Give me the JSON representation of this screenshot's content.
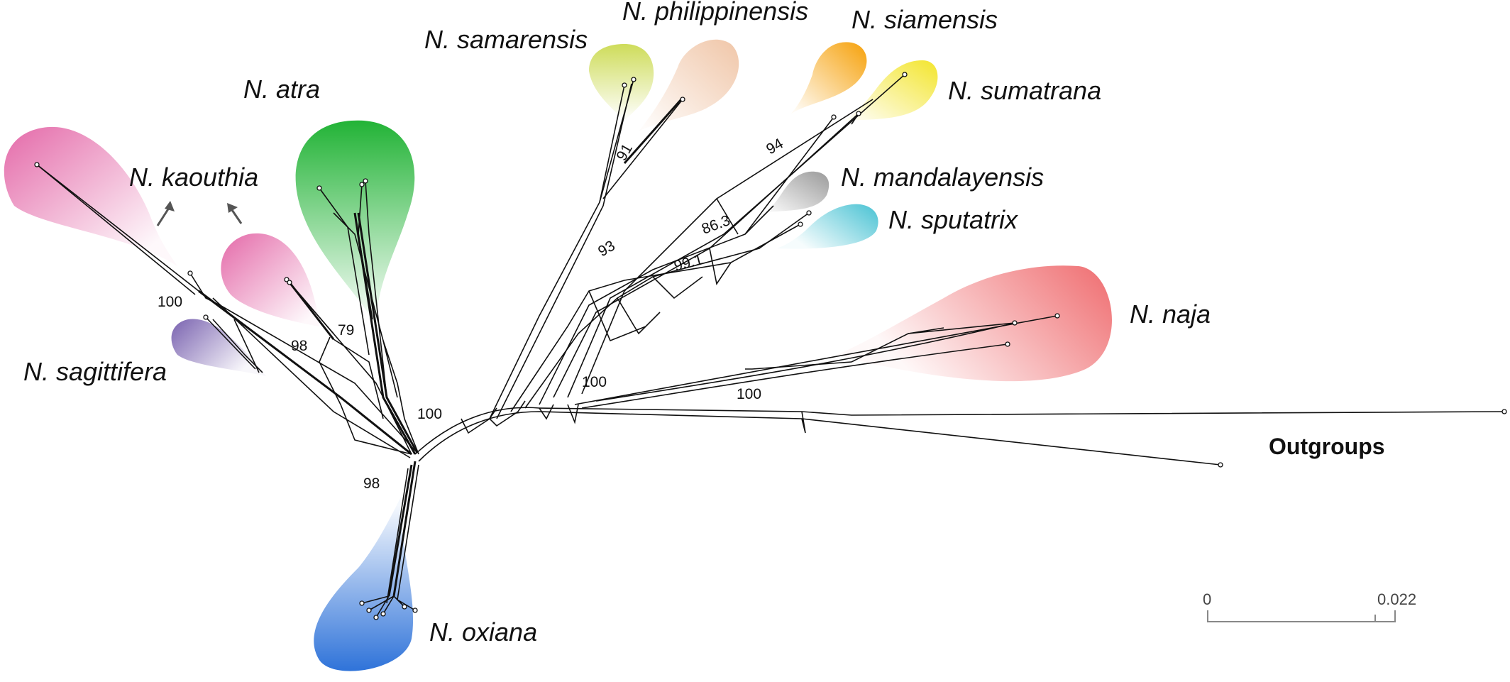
{
  "figure": {
    "clades": [
      {
        "key": "kaouthia",
        "label": "N. kaouthia",
        "color": "#e46aa9"
      },
      {
        "key": "atra",
        "label": "N. atra",
        "color": "#22b336"
      },
      {
        "key": "sagittifera",
        "label": "N. sagittifera",
        "color": "#7a63b0"
      },
      {
        "key": "samarensis",
        "label": "N. samarensis",
        "color": "#cedc5a"
      },
      {
        "key": "philippinensis",
        "label": "N. philippinensis",
        "color": "#f0c6a8"
      },
      {
        "key": "siamensis",
        "label": "N. siamensis",
        "color": "#f6a10a"
      },
      {
        "key": "sumatrana",
        "label": "N. sumatrana",
        "color": "#f3e52d"
      },
      {
        "key": "mandalayensis",
        "label": "N. mandalayensis",
        "color": "#9a9a9a"
      },
      {
        "key": "sputatrix",
        "label": "N. sputatrix",
        "color": "#48c2d3"
      },
      {
        "key": "naja",
        "label": "N. naja",
        "color": "#ef6c6f"
      },
      {
        "key": "oxiana",
        "label": "N. oxiana",
        "color": "#2f73d9"
      }
    ],
    "outgroups_label": "Outgroups",
    "support_values": {
      "kaouthia": "100",
      "kaouthia_inner": "98",
      "atra": "79",
      "asian_root": "100",
      "oxiana": "98",
      "samarensis": "91",
      "sumatra_siam": "94",
      "sputatrix_group": "93",
      "mandalayensis": "86.3",
      "sputatrix": "99.1",
      "naja": "100",
      "outgroup": "100"
    },
    "scale_bar": {
      "start": "0",
      "end": "0.022"
    }
  }
}
